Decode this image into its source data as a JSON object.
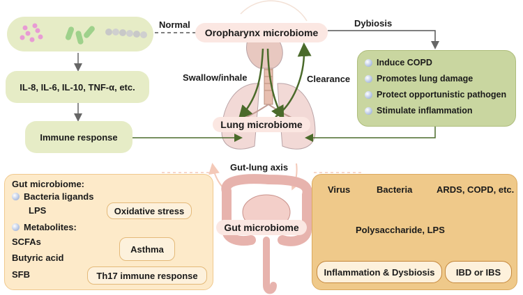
{
  "top": {
    "normal_label": "Normal",
    "dysbiosis_label": "Dybiosis",
    "oropharynx": "Oropharynx microbiome",
    "swallow": "Swallow/inhale",
    "clearance": "Clearance",
    "lung": "Lung microbiome",
    "gutlung": "Gut-lung axis",
    "gut": "Gut microbiome"
  },
  "left": {
    "cytokines": "IL-8, IL-6, IL-10, TNF-α, etc.",
    "immune": "Immune response"
  },
  "copd_box": {
    "items": [
      "Induce COPD",
      "Promotes lung damage",
      "Protect opportunistic pathogen",
      "Stimulate inflammation"
    ]
  },
  "gut_left": {
    "title": "Gut microbiome:",
    "bacteria_ligands": "Bacteria ligands",
    "lps": "LPS",
    "oxidative": "Oxidative stress",
    "metabolites": "Metabolites:",
    "scfas": "SCFAs",
    "butyric": "Butyric acid",
    "asthma": "Asthma",
    "sfb": "SFB",
    "th17": "Th17 immune response"
  },
  "gut_right": {
    "virus": "Virus",
    "bacteria": "Bacteria",
    "ards": "ARDS, COPD, etc.",
    "poly": "Polysaccharide, LPS",
    "inflammation": "Inflammation & Dysbiosis",
    "ibd": "IBD or IBS"
  },
  "colors": {
    "arrow_gray": "#666666",
    "arrow_green": "#4a6a2a",
    "arrow_orange": "#c8741e",
    "inhibit_red": "#e05555",
    "bullet_blue": "#b7c6e4"
  }
}
